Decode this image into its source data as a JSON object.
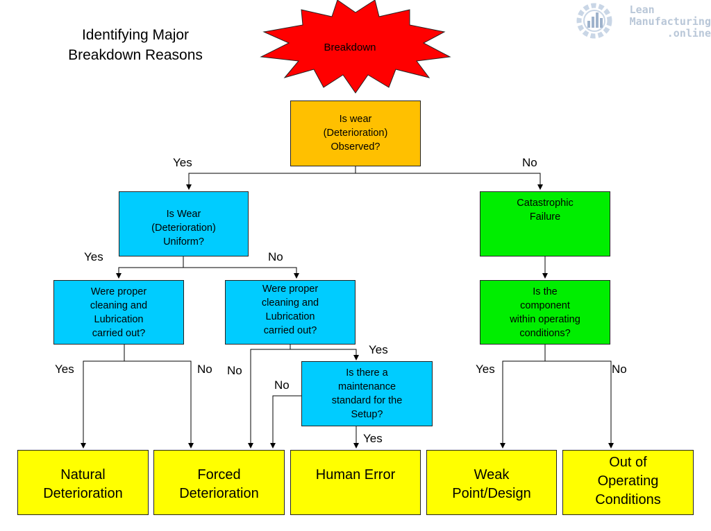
{
  "title": {
    "line1": "Identifying Major",
    "line2": "Breakdown Reasons"
  },
  "logo": {
    "line1": "Lean",
    "line2": "Manufacturing",
    "line3": ".online"
  },
  "start": {
    "label": "Breakdown",
    "color": "#ff0000"
  },
  "nodes": {
    "wear_observed": {
      "lines": [
        "Is wear",
        "(Deterioration)",
        "Observed?"
      ],
      "color": "#ffc000"
    },
    "wear_uniform": {
      "lines": [
        "Is Wear",
        "(Deterioration)",
        "Uniform?"
      ],
      "color": "#00ccff"
    },
    "catastrophic": {
      "lines": [
        "Catastrophic",
        "Failure"
      ],
      "color": "#00ee00"
    },
    "cleaning_left": {
      "lines": [
        "Were proper",
        "cleaning and",
        "Lubrication",
        "carried out?"
      ],
      "color": "#00ccff"
    },
    "cleaning_right": {
      "lines": [
        "Were proper",
        "cleaning and",
        "Lubrication",
        "carried out?"
      ],
      "color": "#00ccff"
    },
    "operating": {
      "lines": [
        "Is the",
        "component",
        "within operating",
        "conditions?"
      ],
      "color": "#00ee00"
    },
    "maintenance": {
      "lines": [
        "Is there a",
        "maintenance",
        "standard for the",
        "Setup?"
      ],
      "color": "#00ccff"
    }
  },
  "outcomes": {
    "natural": {
      "lines": [
        "Natural",
        "Deterioration"
      ]
    },
    "forced": {
      "lines": [
        "Forced",
        "Deterioration"
      ]
    },
    "human": {
      "lines": [
        "Human Error"
      ]
    },
    "weak": {
      "lines": [
        "Weak",
        "Point/Design"
      ]
    },
    "out": {
      "lines": [
        "Out of",
        "Operating",
        "Conditions"
      ]
    },
    "color": "#ffff00"
  },
  "labels": {
    "wear_yes": "Yes",
    "wear_no": "No",
    "uniform_yes": "Yes",
    "uniform_no": "No",
    "clean_left_yes": "Yes",
    "clean_left_no": "No",
    "clean_right_no": "No",
    "clean_right_yes": "Yes",
    "maint_no": "No",
    "maint_yes": "Yes",
    "oper_yes": "Yes",
    "oper_no": "No"
  }
}
